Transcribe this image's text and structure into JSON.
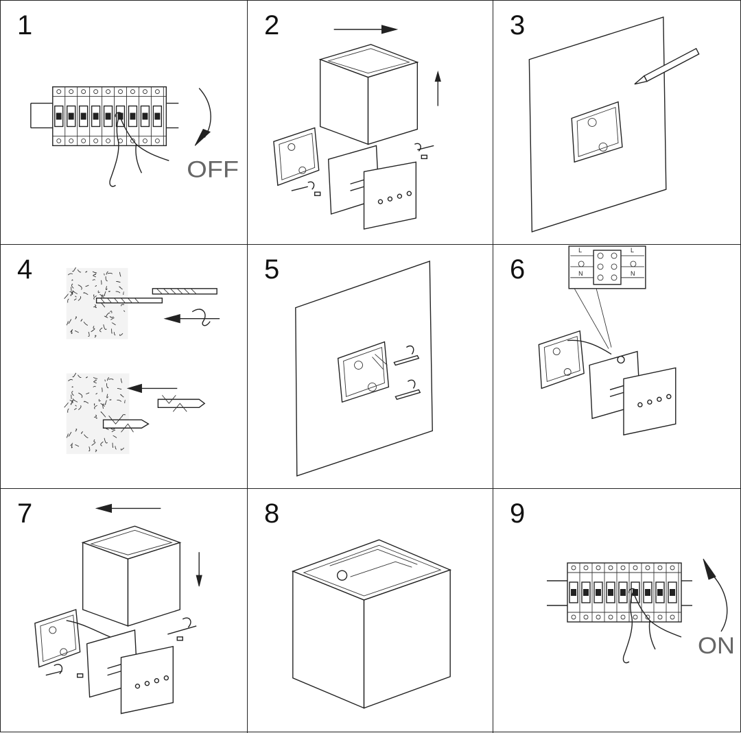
{
  "steps": [
    {
      "number": "1",
      "label": "OFF"
    },
    {
      "number": "2"
    },
    {
      "number": "3"
    },
    {
      "number": "4"
    },
    {
      "number": "5"
    },
    {
      "number": "6",
      "terminal_labels": [
        "L",
        "L",
        "N",
        "N"
      ]
    },
    {
      "number": "7"
    },
    {
      "number": "8"
    },
    {
      "number": "9",
      "label": "ON"
    }
  ],
  "icons": {
    "switch": "circuit-breaker-icon",
    "hand": "hand-icon",
    "arrow": "arrow-icon",
    "box": "junction-box-icon",
    "lamp": "cube-lamp-icon",
    "pencil": "pencil-icon",
    "drill": "drill-bit-icon",
    "screw": "screw-icon",
    "wall": "wall-icon"
  },
  "colors": {
    "line": "#222222",
    "background": "#ffffff",
    "label": "#666666"
  }
}
